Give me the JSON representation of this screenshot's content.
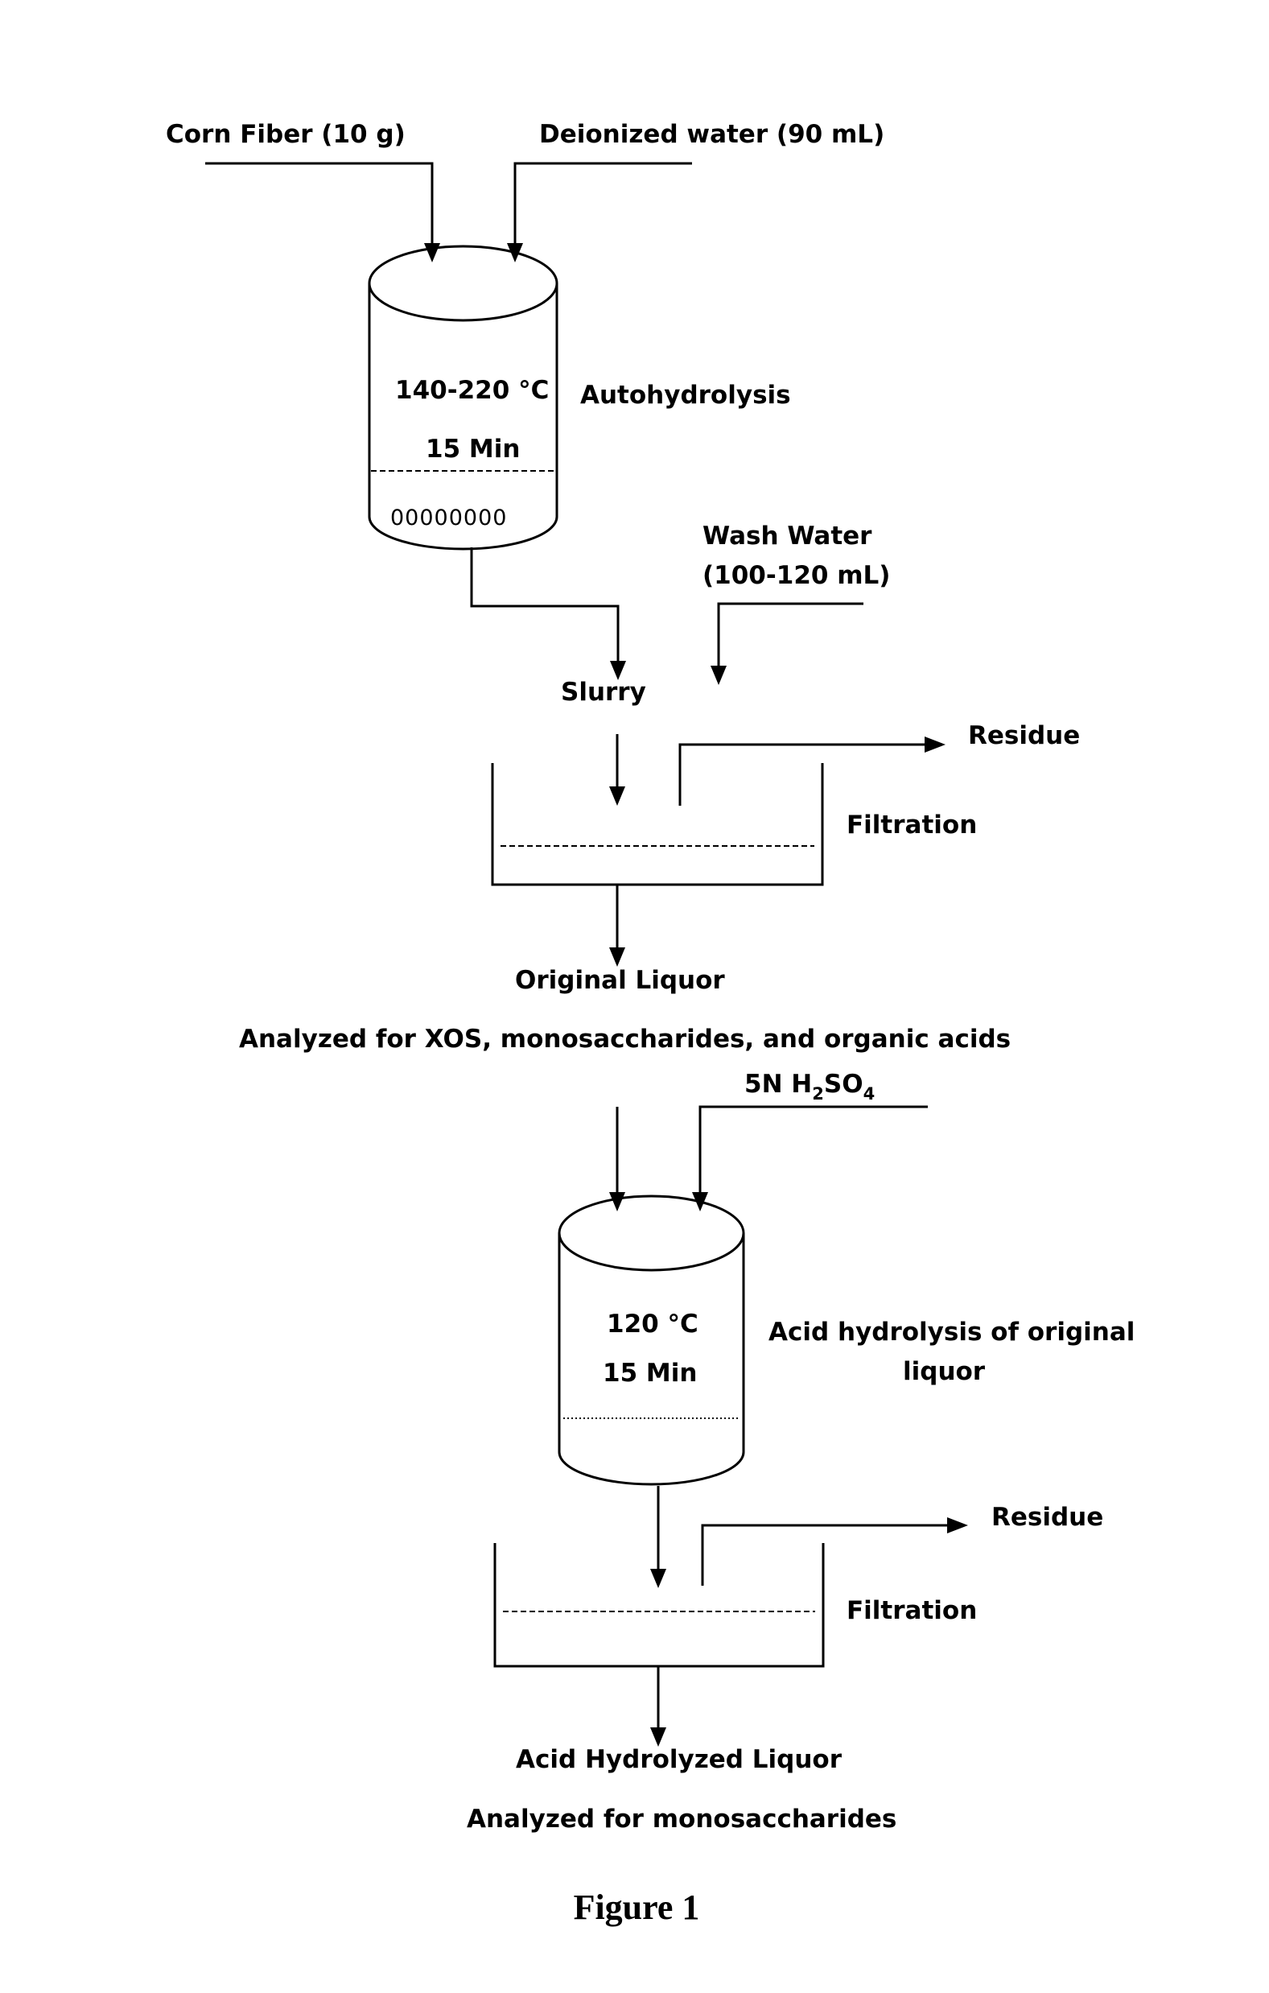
{
  "inputs": {
    "corn_fiber": "Corn Fiber  (10 g)",
    "deionized_water": "Deionized water (90 mL)",
    "wash_water_line1": "Wash Water",
    "wash_water_line2": "(100-120 mL)",
    "acid": "5N H",
    "acid_sub1": "2",
    "acid_mid": "SO",
    "acid_sub2": "4"
  },
  "reactor1": {
    "temperature": "140-220 °C",
    "time": "15 Min",
    "beads": "00000000",
    "label": "Autohydrolysis"
  },
  "stream1": {
    "slurry": "Slurry",
    "residue": "Residue",
    "filtration": "Filtration",
    "output": "Original Liquor",
    "analysis": "Analyzed for XOS, monosaccharides, and organic acids"
  },
  "reactor2": {
    "temperature": "120 °C",
    "time": "15 Min",
    "label_line1": "Acid hydrolysis  of original",
    "label_line2": "liquor"
  },
  "stream2": {
    "residue": "Residue",
    "filtration": "Filtration",
    "output": "Acid  Hydrolyzed Liquor",
    "analysis": "Analyzed for  monosaccharides"
  },
  "caption": "Figure 1"
}
